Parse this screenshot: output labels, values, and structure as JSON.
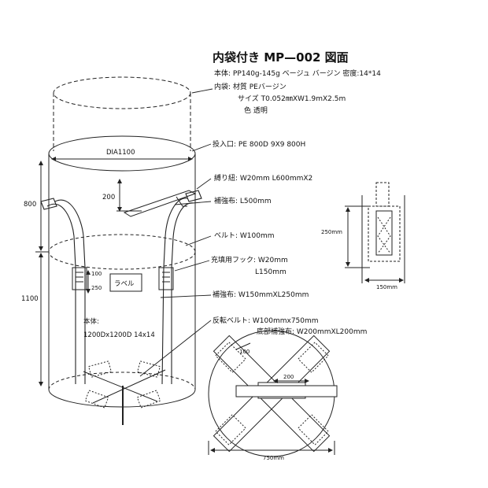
{
  "title": "内袋付き MP—002 図面",
  "specs": {
    "body": "本体: PP140g-145g ベージュ バージン 密度:14*14",
    "inner_bag": "内袋: 材質 PEバージン",
    "inner_size": "サイズ T0.052㎜XW1.9mX2.5m",
    "inner_color": "色 透明",
    "inlet": "投入口: PE 800D 9X9 800H",
    "tie_cord": "縛り紐: W20mm L600mmX2",
    "reinforce_cloth": "補強布: L500mm",
    "belt": "ベルト: W100mm",
    "filling_hook": "充填用フック: W20mm",
    "filling_hook_length": "L150mm",
    "reinforce_cloth2": "補強布: W150mmXL250mm",
    "reverse_belt": "反転ベルト: W100mmx750mm",
    "bottom_reinforce": "底部補強布: W200mmXL200mm"
  },
  "bag": {
    "diameter_label": "DIA1100",
    "dim_200": "200",
    "dim_800": "800",
    "dim_1100": "1100",
    "dim_100": "100",
    "dim_250": "250",
    "label_tag": "ラベル",
    "body_caption": "本体:",
    "body_dims": "1200Dx1200D 14x14"
  },
  "detail": {
    "height": "250mm",
    "width": "150mm"
  },
  "bottom_view": {
    "dim_100": "100",
    "dim_200": "200",
    "width": "750mm"
  }
}
